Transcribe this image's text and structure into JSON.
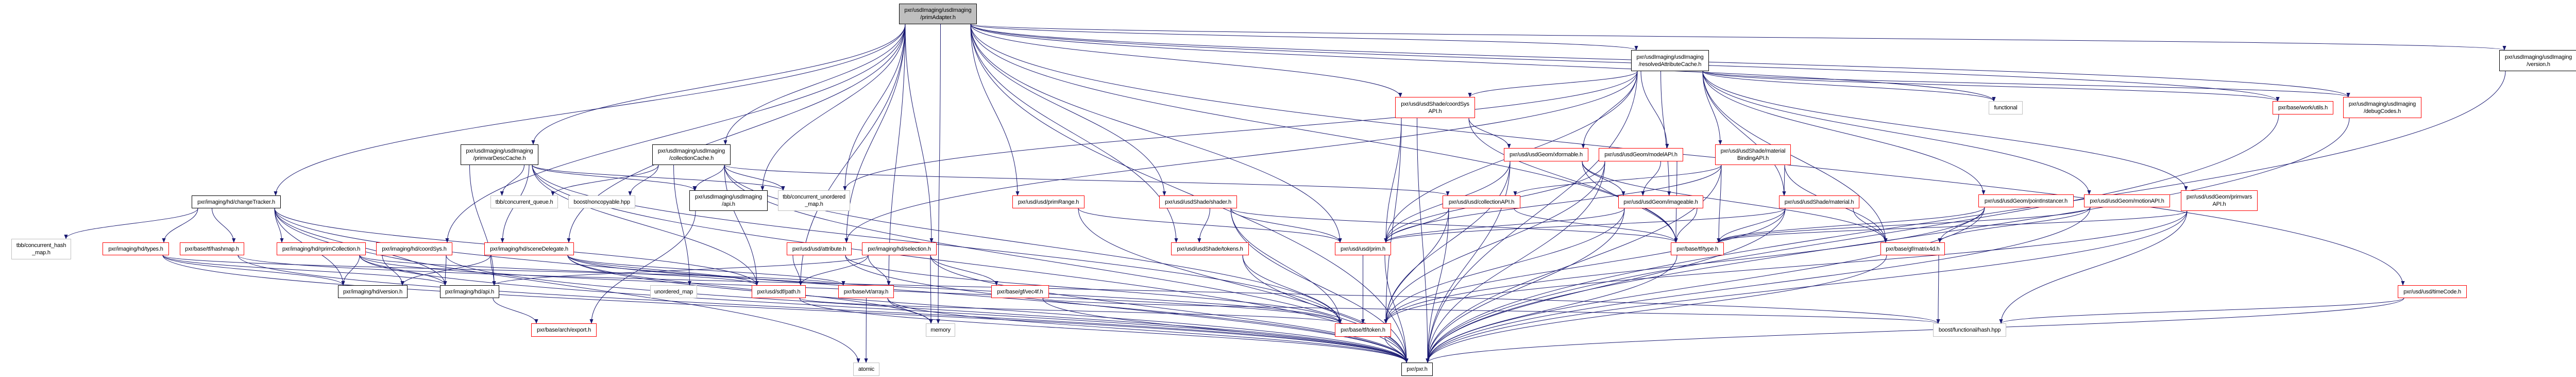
{
  "graph": {
    "colors": {
      "edge": "#191970",
      "documented_border": "#000000",
      "undocumented_border": "#ff0000",
      "external_border": "#bfbfbf",
      "root_fill": "#bfbfbf"
    },
    "nodes": {
      "root": "pxr/usdImaging/usdImaging\n/primAdapter.h",
      "changeTracker": "pxr/imaging/hd/changeTracker.h",
      "tbbHashMap": "tbb/concurrent_hash\n_map.h",
      "hdTypes": "pxr/imaging/hd/types.h",
      "tfHashmap": "pxr/base/tf/hashmap.h",
      "rprimCollection": "pxr/imaging/hd/rprimCollection.h",
      "hdCoordSys": "pxr/imaging/hd/coordSys.h",
      "hdVersion": "pxr/imaging/hd/version.h",
      "hdApi": "pxr/imaging/hd/api.h",
      "sceneDelegate": "pxr/imaging/hd/sceneDelegate.h",
      "archExport": "pxr/base/arch/export.h",
      "tbbQueue": "tbb/concurrent_queue.h",
      "noncopyable": "boost/noncopyable.hpp",
      "unorderedMap": "unordered_map",
      "primvarDescCache": "pxr/usdImaging/usdImaging\n/primvarDescCache.h",
      "collectionCache": "pxr/usdImaging/usdImaging\n/collectionCache.h",
      "usdImagingApi": "pxr/usdImaging/usdImaging\n/api.h",
      "tbbUnorderedMap": "tbb/concurrent_unordered\n_map.h",
      "sdfPath": "pxr/usd/sdf/path.h",
      "usdAttribute": "pxr/usd/usd/attribute.h",
      "hdSelection": "pxr/imaging/hd/selection.h",
      "vtArray": "pxr/base/vt/array.h",
      "atomic": "atomic",
      "memory": "memory",
      "vec4f": "pxr/base/gf/vec4f.h",
      "primRange": "pxr/usd/usd/primRange.h",
      "shader": "pxr/usd/usdShade/shader.h",
      "shadeTokens": "pxr/usd/usdShade/tokens.h",
      "coordSysAPI": "pxr/usd/usdShade/coordSys\nAPI.h",
      "resolvedAttributeCache": "pxr/usdImaging/usdImaging\n/resolvedAttributeCache.h",
      "xformable": "pxr/usd/usdGeom/xformable.h",
      "modelAPI": "pxr/usd/usdGeom/modelAPI.h",
      "collectionAPI": "pxr/usd/usd/collectionAPI.h",
      "imageable": "pxr/usd/usdGeom/imageable.h",
      "usdPrim": "pxr/usd/usd/prim.h",
      "tfType": "pxr/base/tf/type.h",
      "tfToken": "pxr/base/tf/token.h",
      "pxr": "pxr/pxr.h",
      "materialBindingAPI": "pxr/usd/usdShade/material\nBindingAPI.h",
      "material": "pxr/usd/usdShade/material.h",
      "functional": "functional",
      "matrix4d": "pxr/base/gf/matrix4d.h",
      "boostHash": "boost/functional/hash.hpp",
      "pointInstancer": "pxr/usd/usdGeom/pointInstancer.h",
      "motionAPI": "pxr/usd/usdGeom/motionAPI.h",
      "primvarsAPI": "pxr/usd/usdGeom/primvars\nAPI.h",
      "workUtils": "pxr/base/work/utils.h",
      "debugCodes": "pxr/usdImaging/usdImaging\n/debugCodes.h",
      "usdImagingVersion": "pxr/usdImaging/usdImaging\n/version.h",
      "timeCode": "pxr/usd/usd/timeCode.h"
    },
    "edges": [
      [
        "root",
        "changeTracker"
      ],
      [
        "root",
        "primvarDescCache"
      ],
      [
        "root",
        "collectionCache"
      ],
      [
        "root",
        "usdImagingApi"
      ],
      [
        "root",
        "resolvedAttributeCache"
      ],
      [
        "root",
        "usdImagingVersion"
      ],
      [
        "root",
        "debugCodes"
      ],
      [
        "root",
        "workUtils"
      ],
      [
        "root",
        "timeCode"
      ],
      [
        "root",
        "functional"
      ],
      [
        "root",
        "memory"
      ],
      [
        "root",
        "hdSelection"
      ],
      [
        "root",
        "usdAttribute"
      ],
      [
        "root",
        "usdPrim"
      ],
      [
        "root",
        "primRange"
      ],
      [
        "root",
        "shader"
      ],
      [
        "root",
        "sdfPath"
      ],
      [
        "root",
        "tfType"
      ],
      [
        "root",
        "tbbUnorderedMap"
      ],
      [
        "root",
        "pxr"
      ],
      [
        "root",
        "sceneDelegate"
      ],
      [
        "root",
        "hdCoordSys"
      ],
      [
        "root",
        "coordSysAPI"
      ],
      [
        "root",
        "shadeTokens"
      ],
      [
        "root",
        "vtArray"
      ],
      [
        "changeTracker",
        "tbbHashMap"
      ],
      [
        "changeTracker",
        "hdTypes"
      ],
      [
        "changeTracker",
        "tfHashmap"
      ],
      [
        "changeTracker",
        "rprimCollection"
      ],
      [
        "changeTracker",
        "hdVersion"
      ],
      [
        "changeTracker",
        "hdApi"
      ],
      [
        "changeTracker",
        "sdfPath"
      ],
      [
        "changeTracker",
        "atomic"
      ],
      [
        "changeTracker",
        "pxr"
      ],
      [
        "hdTypes",
        "hdVersion"
      ],
      [
        "hdTypes",
        "hdApi"
      ],
      [
        "hdTypes",
        "vtArray"
      ],
      [
        "hdTypes",
        "pxr"
      ],
      [
        "tfHashmap",
        "pxr"
      ],
      [
        "tfHashmap",
        "boostHash"
      ],
      [
        "rprimCollection",
        "hdVersion"
      ],
      [
        "rprimCollection",
        "hdApi"
      ],
      [
        "rprimCollection",
        "sdfPath"
      ],
      [
        "rprimCollection",
        "tfToken"
      ],
      [
        "rprimCollection",
        "pxr"
      ],
      [
        "hdCoordSys",
        "hdVersion"
      ],
      [
        "hdCoordSys",
        "hdApi"
      ],
      [
        "hdCoordSys",
        "pxr"
      ],
      [
        "sceneDelegate",
        "hdApi"
      ],
      [
        "sceneDelegate",
        "hdVersion"
      ],
      [
        "sceneDelegate",
        "sdfPath"
      ],
      [
        "sceneDelegate",
        "tfToken"
      ],
      [
        "sceneDelegate",
        "vtArray"
      ],
      [
        "sceneDelegate",
        "memory"
      ],
      [
        "sceneDelegate",
        "pxr"
      ],
      [
        "hdApi",
        "archExport"
      ],
      [
        "usdImagingApi",
        "archExport"
      ],
      [
        "primvarDescCache",
        "tbbQueue"
      ],
      [
        "primvarDescCache",
        "usdImagingApi"
      ],
      [
        "primvarDescCache",
        "tbbUnorderedMap"
      ],
      [
        "primvarDescCache",
        "sceneDelegate"
      ],
      [
        "primvarDescCache",
        "hdApi"
      ],
      [
        "primvarDescCache",
        "sdfPath"
      ],
      [
        "primvarDescCache",
        "tfToken"
      ],
      [
        "primvarDescCache",
        "pxr"
      ],
      [
        "collectionCache",
        "tbbQueue"
      ],
      [
        "collectionCache",
        "noncopyable"
      ],
      [
        "collectionCache",
        "usdImagingApi"
      ],
      [
        "collectionCache",
        "tbbUnorderedMap"
      ],
      [
        "collectionCache",
        "unorderedMap"
      ],
      [
        "collectionCache",
        "collectionAPI"
      ],
      [
        "collectionCache",
        "sdfPath"
      ],
      [
        "collectionCache",
        "tfToken"
      ],
      [
        "collectionCache",
        "pxr"
      ],
      [
        "usdAttribute",
        "sdfPath"
      ],
      [
        "usdAttribute",
        "tfToken"
      ],
      [
        "usdAttribute",
        "pxr"
      ],
      [
        "hdSelection",
        "vtArray"
      ],
      [
        "hdSelection",
        "vec4f"
      ],
      [
        "hdSelection",
        "memory"
      ],
      [
        "hdSelection",
        "sdfPath"
      ],
      [
        "hdSelection",
        "hdApi"
      ],
      [
        "hdSelection",
        "pxr"
      ],
      [
        "vtArray",
        "atomic"
      ],
      [
        "vtArray",
        "memory"
      ],
      [
        "vtArray",
        "pxr"
      ],
      [
        "vec4f",
        "pxr"
      ],
      [
        "vec4f",
        "boostHash"
      ],
      [
        "sdfPath",
        "pxr"
      ],
      [
        "sdfPath",
        "tfToken"
      ],
      [
        "resolvedAttributeCache",
        "coordSysAPI"
      ],
      [
        "resolvedAttributeCache",
        "xformable"
      ],
      [
        "resolvedAttributeCache",
        "modelAPI"
      ],
      [
        "resolvedAttributeCache",
        "imageable"
      ],
      [
        "resolvedAttributeCache",
        "materialBindingAPI"
      ],
      [
        "resolvedAttributeCache",
        "material"
      ],
      [
        "resolvedAttributeCache",
        "pointInstancer"
      ],
      [
        "resolvedAttributeCache",
        "motionAPI"
      ],
      [
        "resolvedAttributeCache",
        "primvarsAPI"
      ],
      [
        "resolvedAttributeCache",
        "workUtils"
      ],
      [
        "resolvedAttributeCache",
        "debugCodes"
      ],
      [
        "resolvedAttributeCache",
        "tbbUnorderedMap"
      ],
      [
        "resolvedAttributeCache",
        "usdAttribute"
      ],
      [
        "resolvedAttributeCache",
        "usdPrim"
      ],
      [
        "resolvedAttributeCache",
        "matrix4d"
      ],
      [
        "resolvedAttributeCache",
        "pxr"
      ],
      [
        "resolvedAttributeCache",
        "functional"
      ],
      [
        "coordSysAPI",
        "xformable"
      ],
      [
        "coordSysAPI",
        "usdPrim"
      ],
      [
        "coordSysAPI",
        "tfToken"
      ],
      [
        "coordSysAPI",
        "tfType"
      ],
      [
        "coordSysAPI",
        "pxr"
      ],
      [
        "xformable",
        "imageable"
      ],
      [
        "xformable",
        "usdPrim"
      ],
      [
        "xformable",
        "tfType"
      ],
      [
        "xformable",
        "tfToken"
      ],
      [
        "xformable",
        "matrix4d"
      ],
      [
        "xformable",
        "pxr"
      ],
      [
        "modelAPI",
        "imageable"
      ],
      [
        "modelAPI",
        "tfType"
      ],
      [
        "modelAPI",
        "usdPrim"
      ],
      [
        "modelAPI",
        "tfToken"
      ],
      [
        "modelAPI",
        "pxr"
      ],
      [
        "collectionAPI",
        "usdPrim"
      ],
      [
        "collectionAPI",
        "tfToken"
      ],
      [
        "collectionAPI",
        "tfType"
      ],
      [
        "collectionAPI",
        "pxr"
      ],
      [
        "imageable",
        "tfType"
      ],
      [
        "imageable",
        "usdPrim"
      ],
      [
        "imageable",
        "tfToken"
      ],
      [
        "imageable",
        "pxr"
      ],
      [
        "usdPrim",
        "tfToken"
      ],
      [
        "usdPrim",
        "pxr"
      ],
      [
        "tfToken",
        "pxr"
      ],
      [
        "tfType",
        "pxr"
      ],
      [
        "shader",
        "shadeTokens"
      ],
      [
        "shader",
        "usdPrim"
      ],
      [
        "shader",
        "tfType"
      ],
      [
        "shader",
        "tfToken"
      ],
      [
        "shader",
        "pxr"
      ],
      [
        "shadeTokens",
        "tfToken"
      ],
      [
        "shadeTokens",
        "pxr"
      ],
      [
        "primRange",
        "usdPrim"
      ],
      [
        "primRange",
        "pxr"
      ],
      [
        "materialBindingAPI",
        "material"
      ],
      [
        "materialBindingAPI",
        "tfType"
      ],
      [
        "materialBindingAPI",
        "usdPrim"
      ],
      [
        "materialBindingAPI",
        "collectionAPI"
      ],
      [
        "materialBindingAPI",
        "matrix4d"
      ],
      [
        "materialBindingAPI",
        "pxr"
      ],
      [
        "material",
        "tfType"
      ],
      [
        "material",
        "matrix4d"
      ],
      [
        "material",
        "usdPrim"
      ],
      [
        "material",
        "tfToken"
      ],
      [
        "material",
        "pxr"
      ],
      [
        "matrix4d",
        "boostHash"
      ],
      [
        "matrix4d",
        "pxr"
      ],
      [
        "pointInstancer",
        "matrix4d"
      ],
      [
        "pointInstancer",
        "tfType"
      ],
      [
        "pointInstancer",
        "tfToken"
      ],
      [
        "pointInstancer",
        "pxr"
      ],
      [
        "motionAPI",
        "tfType"
      ],
      [
        "motionAPI",
        "matrix4d"
      ],
      [
        "motionAPI",
        "pxr"
      ],
      [
        "primvarsAPI",
        "tfType"
      ],
      [
        "primvarsAPI",
        "boostHash"
      ],
      [
        "primvarsAPI",
        "tfToken"
      ],
      [
        "primvarsAPI",
        "pxr"
      ],
      [
        "workUtils",
        "pxr"
      ],
      [
        "debugCodes",
        "pxr"
      ],
      [
        "usdImagingVersion",
        "pxr"
      ],
      [
        "timeCode",
        "pxr"
      ],
      [
        "timeCode",
        "boostHash"
      ]
    ]
  }
}
